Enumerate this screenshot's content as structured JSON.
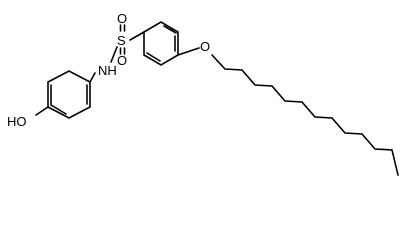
{
  "molecule": {
    "atoms": {
      "sulfur": "S",
      "oxygen_top": "O",
      "oxygen_bottom": "O",
      "nitrogen": "NH",
      "ether_oxygen": "O",
      "hydroxyl": "HO"
    }
  },
  "colors": {
    "background": "#ffffff",
    "bond": "#000000",
    "text": "#000000"
  }
}
